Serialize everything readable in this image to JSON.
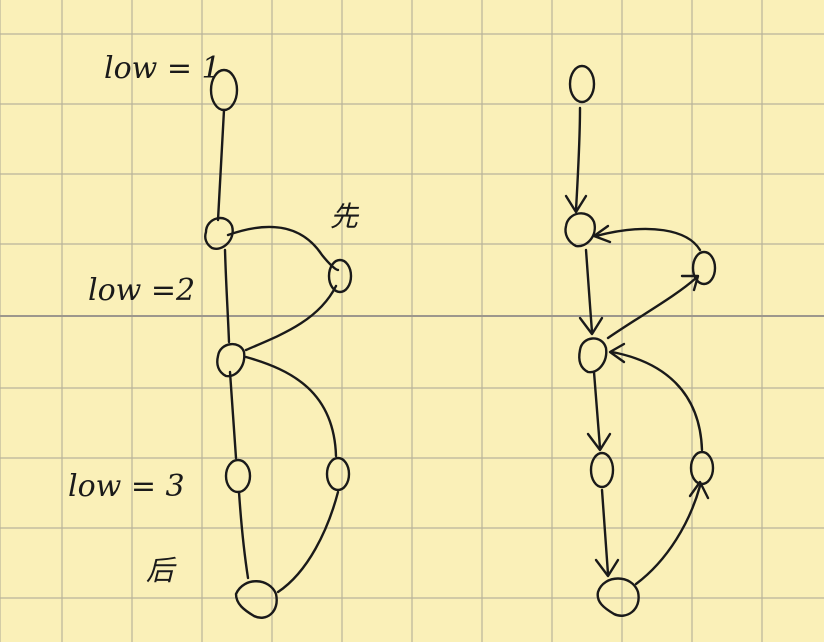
{
  "colors": {
    "paper": "#faf0b8",
    "grid": "#b9b39a",
    "grid_major": "#9c978c",
    "ink": "#1a1a1a"
  },
  "left_graph": {
    "labels": {
      "low1": "low = 1",
      "low2": "low =2",
      "low3": "low = 3",
      "first": "先",
      "after": "后"
    }
  },
  "right_graph": {}
}
